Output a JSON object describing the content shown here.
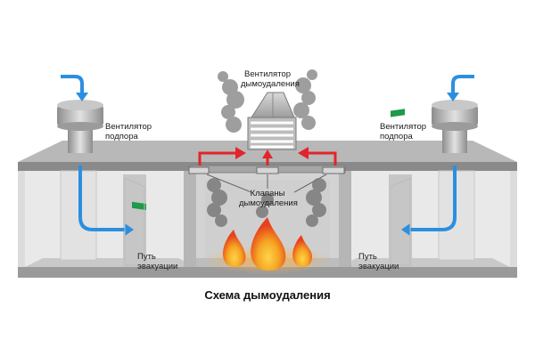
{
  "title": "Схема дымоудаления",
  "labels": {
    "smoke_fan": [
      "Вентилятор",
      "дымоудаления"
    ],
    "supply_fan_left": [
      "Вентилятор",
      "подпора"
    ],
    "supply_fan_right": [
      "Вентилятор",
      "подпора"
    ],
    "smoke_valves": [
      "Клапаны",
      "дымоудаления"
    ],
    "evac_left": [
      "Путь",
      "эвакуации"
    ],
    "evac_right": [
      "Путь",
      "эвакуации"
    ]
  },
  "colors": {
    "supply_air": "#2b8fe0",
    "smoke_flow": "#e3242b",
    "fire_outer": "#f6a623",
    "fire_inner": "#e6401c",
    "exit_sign": "#1e9a4a",
    "building": "#9a9a9a"
  },
  "icons": [
    "supply-fan-icon",
    "smoke-exhaust-fan-icon",
    "smoke-valve-icon",
    "exit-sign-icon",
    "fire-icon",
    "smoke-icon"
  ]
}
